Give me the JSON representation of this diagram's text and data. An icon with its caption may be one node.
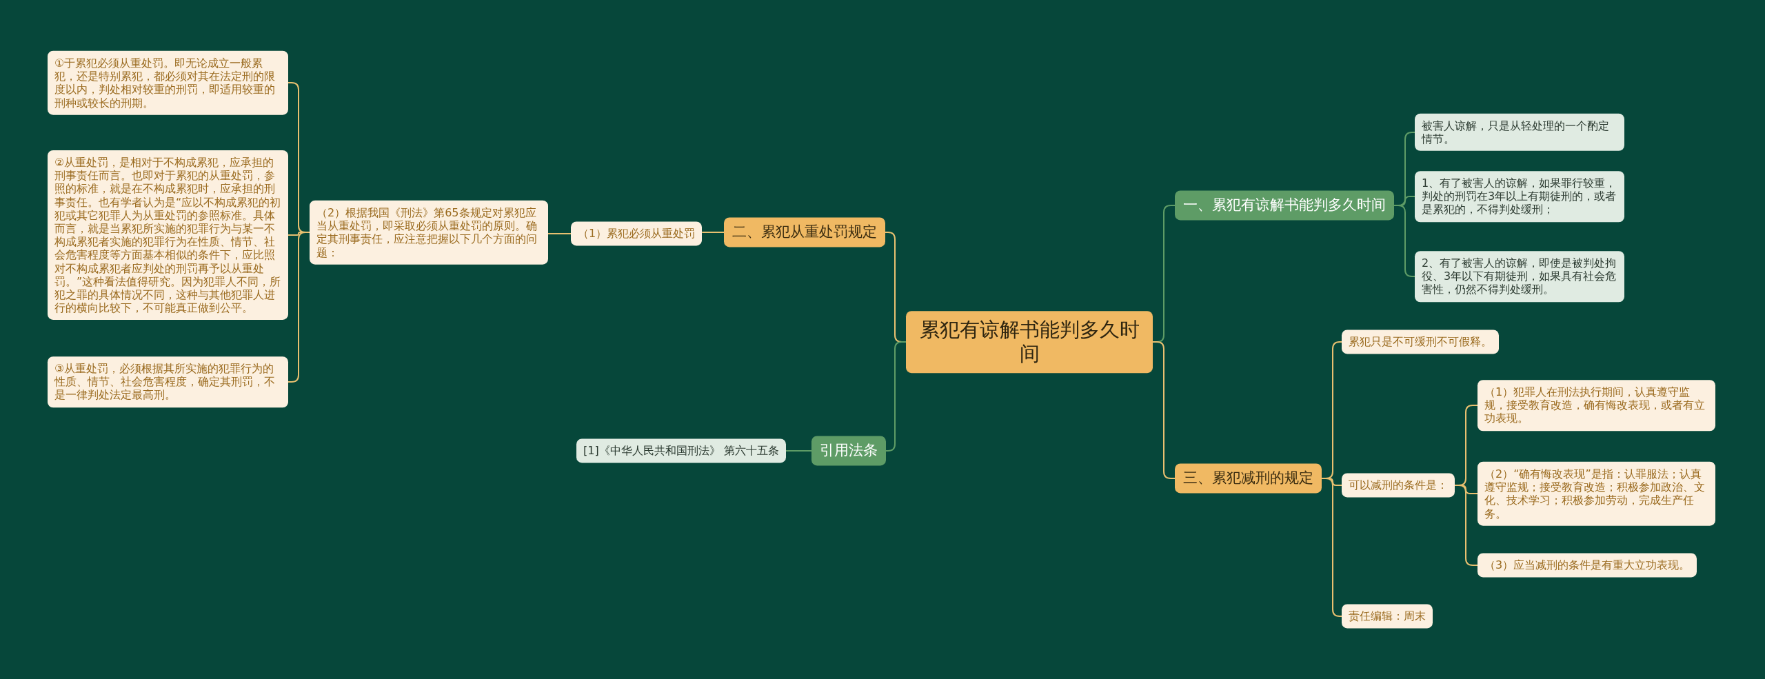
{
  "diagram": {
    "nodes": [
      {
        "text": [
          "累犯有谅解书能判多久时间"
        ]
      },
      {
        "text": [
          "一、累犯有谅解书能判多久时间"
        ]
      },
      {
        "text": [
          "被害人谅解，只是从轻处理的一个酌定情节。"
        ]
      },
      {
        "text": [
          "1、有了被害人的谅解，如果罪行较重，判处的刑罚在3年以上有期徒刑的，或者是累犯的，不得判处缓刑；"
        ]
      },
      {
        "text": [
          "2、有了被害人的谅解，即使是被判处拘役、3年以下有期徒刑，如果具有社会危害性，仍然不得判处缓刑。"
        ]
      },
      {
        "text": [
          "二、累犯从重处罚规定"
        ]
      },
      {
        "text": [
          "（1）累犯必须从重处罚"
        ]
      },
      {
        "text": [
          "（2）根据我国《刑法》第65条规定对累犯应当从重处罚，即采取必须从重处罚的原则。确定其刑事责任，应注意把握以下几个方面的问题："
        ]
      },
      {
        "text": [
          "①于累犯必须从重处罚。即无论成立一般累犯，还是特别累犯，都必须对其在法定刑的限度以内，判处相对较重的刑罚，即适用较重的刑种或较长的刑期。"
        ]
      },
      {
        "text": [
          "②从重处罚，是相对于不构成累犯，应承担的刑事责任而言。也即对于累犯的从重处罚，参照的标准，就是在不构成累犯时，应承担的刑事责任。也有学者认为是“应以不构成累犯的初犯或其它犯罪人为从重处罚的参照标准。具体而言，就是当累犯所实施的犯罪行为与某一不构成累犯者实施的犯罪行为在性质、情节、社会危害程度等方面基本相似的条件下，应比照对不构成累犯者应判处的刑罚再予以从重处罚。”这种看法值得研究。因为犯罪人不同，所犯之罪的具体情况不同，这种与其他犯罪人进行的横向比较下，不可能真正做到公平。"
        ]
      },
      {
        "text": [
          "③从重处罚，必须根据其所实施的犯罪行为的性质、情节、社会危害程度，确定其刑罚，不是一律判处法定最高刑。"
        ]
      },
      {
        "text": [
          "三、累犯减刑的规定"
        ]
      },
      {
        "text": [
          "累犯只是不可缓刑不可假释。"
        ]
      },
      {
        "text": [
          "可以减刑的条件是："
        ]
      },
      {
        "text": [
          "（1）犯罪人在刑法执行期间，认真遵守监规，接受教育改造，确有悔改表现，或者有立功表现。"
        ]
      },
      {
        "text": [
          "（2）“确有悔改表现”是指：认罪服法；认真遵守监规；接受教育改造；积极参加政治、文化、技术学习；积极参加劳动，完成生产任务。"
        ]
      },
      {
        "text": [
          "（3）应当减刑的条件是有重大立功表现。"
        ]
      },
      {
        "text": [
          "责任编辑：周末"
        ]
      },
      {
        "text": [
          "引用法条"
        ]
      },
      {
        "text": [
          "[1]《中华人民共和国刑法》 第六十五条"
        ]
      }
    ],
    "edges": [
      {
        "from": 0,
        "to": 1,
        "arrow": "none",
        "color": "#5e9c66"
      },
      {
        "from": 1,
        "to": 2,
        "arrow": "none",
        "color": "#5e9c66"
      },
      {
        "from": 1,
        "to": 3,
        "arrow": "none",
        "color": "#5e9c66"
      },
      {
        "from": 1,
        "to": 4,
        "arrow": "none",
        "color": "#5e9c66"
      },
      {
        "from": 0,
        "to": 5,
        "arrow": "none"
      },
      {
        "from": 5,
        "to": 6,
        "arrow": "none"
      },
      {
        "from": 6,
        "to": 7,
        "arrow": "none"
      },
      {
        "from": 7,
        "to": 8,
        "arrow": "none"
      },
      {
        "from": 7,
        "to": 9,
        "arrow": "none"
      },
      {
        "from": 7,
        "to": 10,
        "arrow": "none"
      },
      {
        "from": 0,
        "to": 11,
        "arrow": "none"
      },
      {
        "from": 11,
        "to": 12,
        "arrow": "none"
      },
      {
        "from": 11,
        "to": 13,
        "arrow": "none"
      },
      {
        "from": 13,
        "to": 14,
        "arrow": "none"
      },
      {
        "from": 13,
        "to": 15,
        "arrow": "none"
      },
      {
        "from": 13,
        "to": 16,
        "arrow": "none"
      },
      {
        "from": 11,
        "to": 17,
        "arrow": "none"
      },
      {
        "from": 0,
        "to": 18,
        "arrow": "none",
        "color": "#5e9c66"
      },
      {
        "from": 18,
        "to": 19,
        "arrow": "none",
        "color": "#5e9c66"
      }
    ]
  }
}
